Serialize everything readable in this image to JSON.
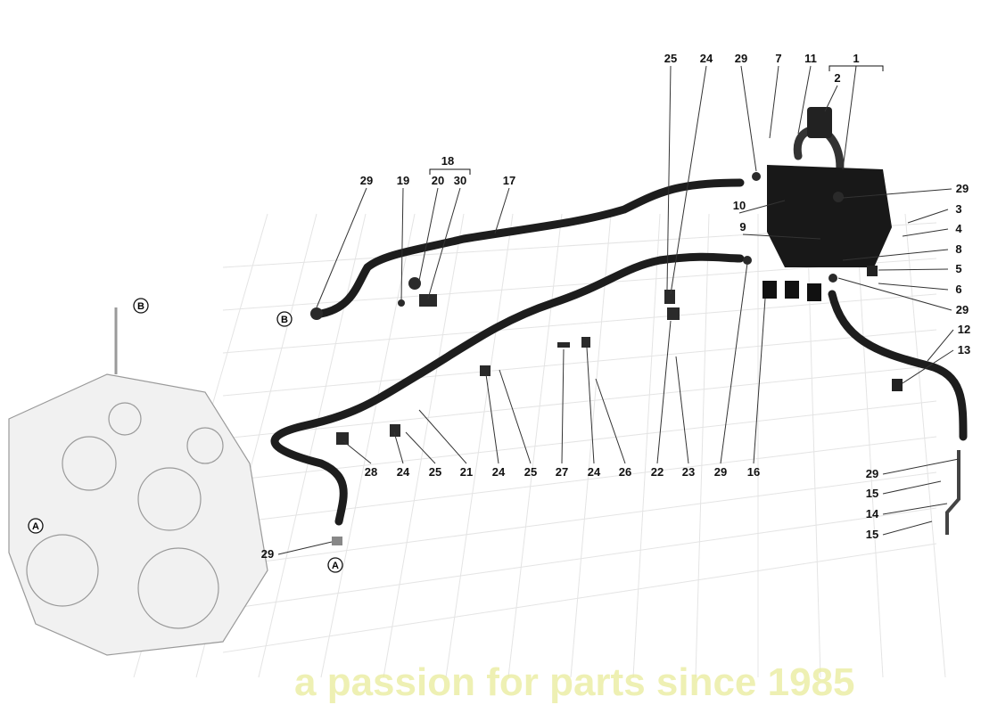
{
  "diagram": {
    "labels": [
      "25",
      "24",
      "29",
      "7",
      "11",
      "1",
      "2",
      "18",
      "29",
      "19",
      "20",
      "30",
      "17",
      "29",
      "10",
      "3",
      "4",
      "9",
      "8",
      "5",
      "6",
      "29",
      "12",
      "13",
      "28",
      "24",
      "25",
      "21",
      "24",
      "25",
      "27",
      "24",
      "26",
      "22",
      "23",
      "29",
      "16",
      "29",
      "15",
      "14",
      "15",
      "29"
    ],
    "callouts": [
      "A",
      "A",
      "B",
      "B"
    ],
    "watermark": "a passion for parts since 1985"
  }
}
